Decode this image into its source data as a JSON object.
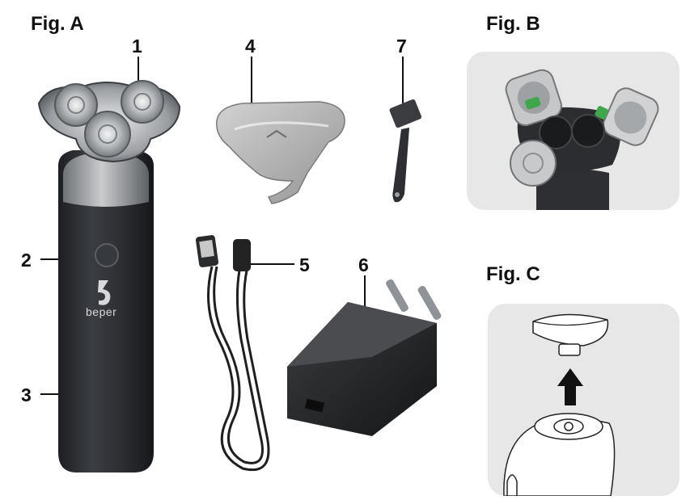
{
  "figures": {
    "a_title": "Fig. A",
    "b_title": "Fig. B",
    "c_title": "Fig. C"
  },
  "callouts": {
    "n1": "1",
    "n2": "2",
    "n3": "3",
    "n4": "4",
    "n5": "5",
    "n6": "6",
    "n7": "7"
  },
  "shaver": {
    "logo_text": "beper"
  },
  "colors": {
    "shaver_body": "#2b2d30",
    "panel_gray": "#e6e6e6",
    "accent_green": "#3ea64b"
  }
}
